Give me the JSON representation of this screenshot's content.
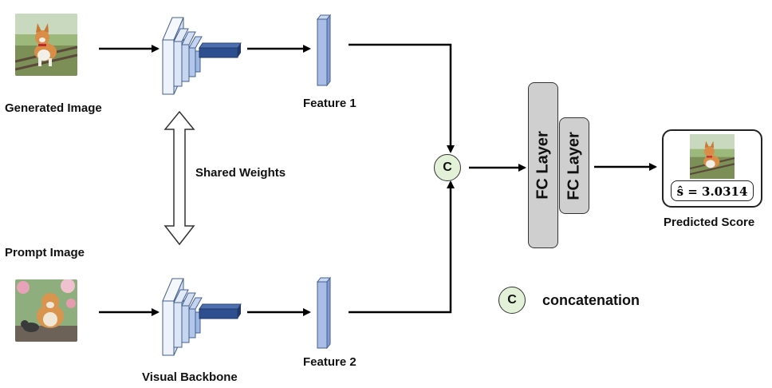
{
  "labels": {
    "generated_image": "Generated Image",
    "prompt_image": "Prompt Image",
    "shared_weights": "Shared Weights",
    "visual_backbone": "Visual Backbone",
    "feature1": "Feature 1",
    "feature2": "Feature 2",
    "fc_layer_1": "FC Layer",
    "fc_layer_2": "FC Layer",
    "predicted_score": "Predicted Score",
    "concat_symbol": "C",
    "concat_legend_symbol": "C",
    "concatenation": "concatenation"
  },
  "score": "ŝ = 3.0314",
  "colors": {
    "backbone_light": "#e6edf8",
    "backbone_mid": "#b7c9ea",
    "backbone_dark": "#2e4f8f",
    "feature": "#a9bde6",
    "fc": "#cfcfcf",
    "concat_fill": "#e2f1d8"
  }
}
